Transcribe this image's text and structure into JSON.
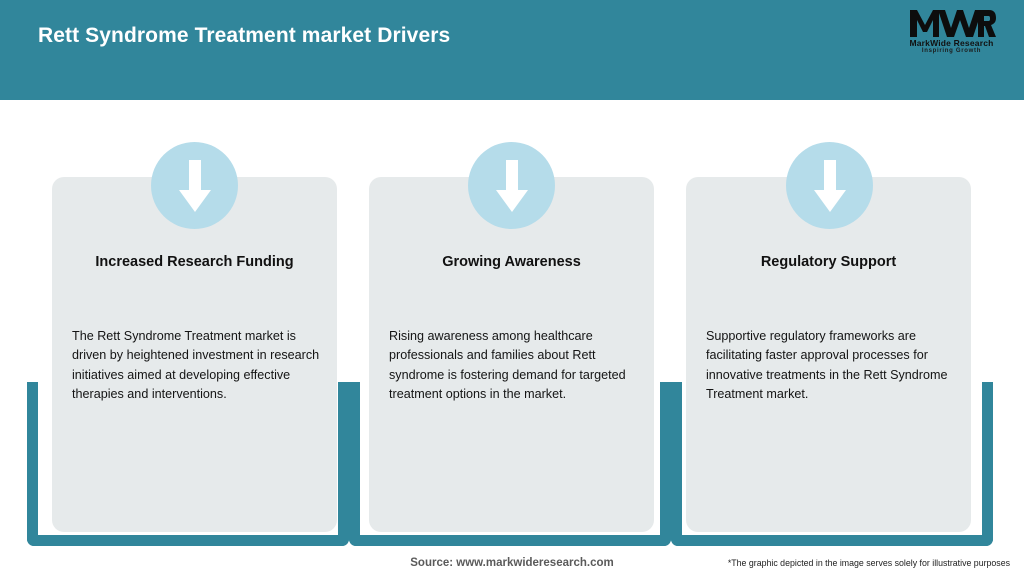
{
  "header": {
    "title": "Rett Syndrome Treatment market Drivers",
    "band_color": "#31869b",
    "title_color": "#ffffff"
  },
  "logo": {
    "mark": "MWR",
    "name": "MarkWide Research",
    "tagline": "Inspiring Growth"
  },
  "theme": {
    "accent": "#31869b",
    "card_bg": "#e6eaeb",
    "badge_bg": "#b5dcea",
    "arrow_color": "#ffffff",
    "page_bg": "#ffffff"
  },
  "cards": [
    {
      "icon": "down-arrow-icon",
      "title": "Increased Research Funding",
      "body": "The Rett Syndrome Treatment market is driven by heightened investment in research initiatives aimed at developing effective therapies and interventions."
    },
    {
      "icon": "down-arrow-icon",
      "title": "Growing Awareness",
      "body": "Rising awareness among healthcare professionals and families about Rett syndrome is fostering demand for targeted treatment options in the market."
    },
    {
      "icon": "down-arrow-icon",
      "title": "Regulatory Support",
      "body": "Supportive regulatory frameworks are facilitating faster approval processes for innovative treatments in the Rett Syndrome Treatment market."
    }
  ],
  "footer": {
    "source": "Source: www.markwideresearch.com",
    "disclaimer": "*The graphic depicted in the image serves solely for illustrative purposes"
  }
}
